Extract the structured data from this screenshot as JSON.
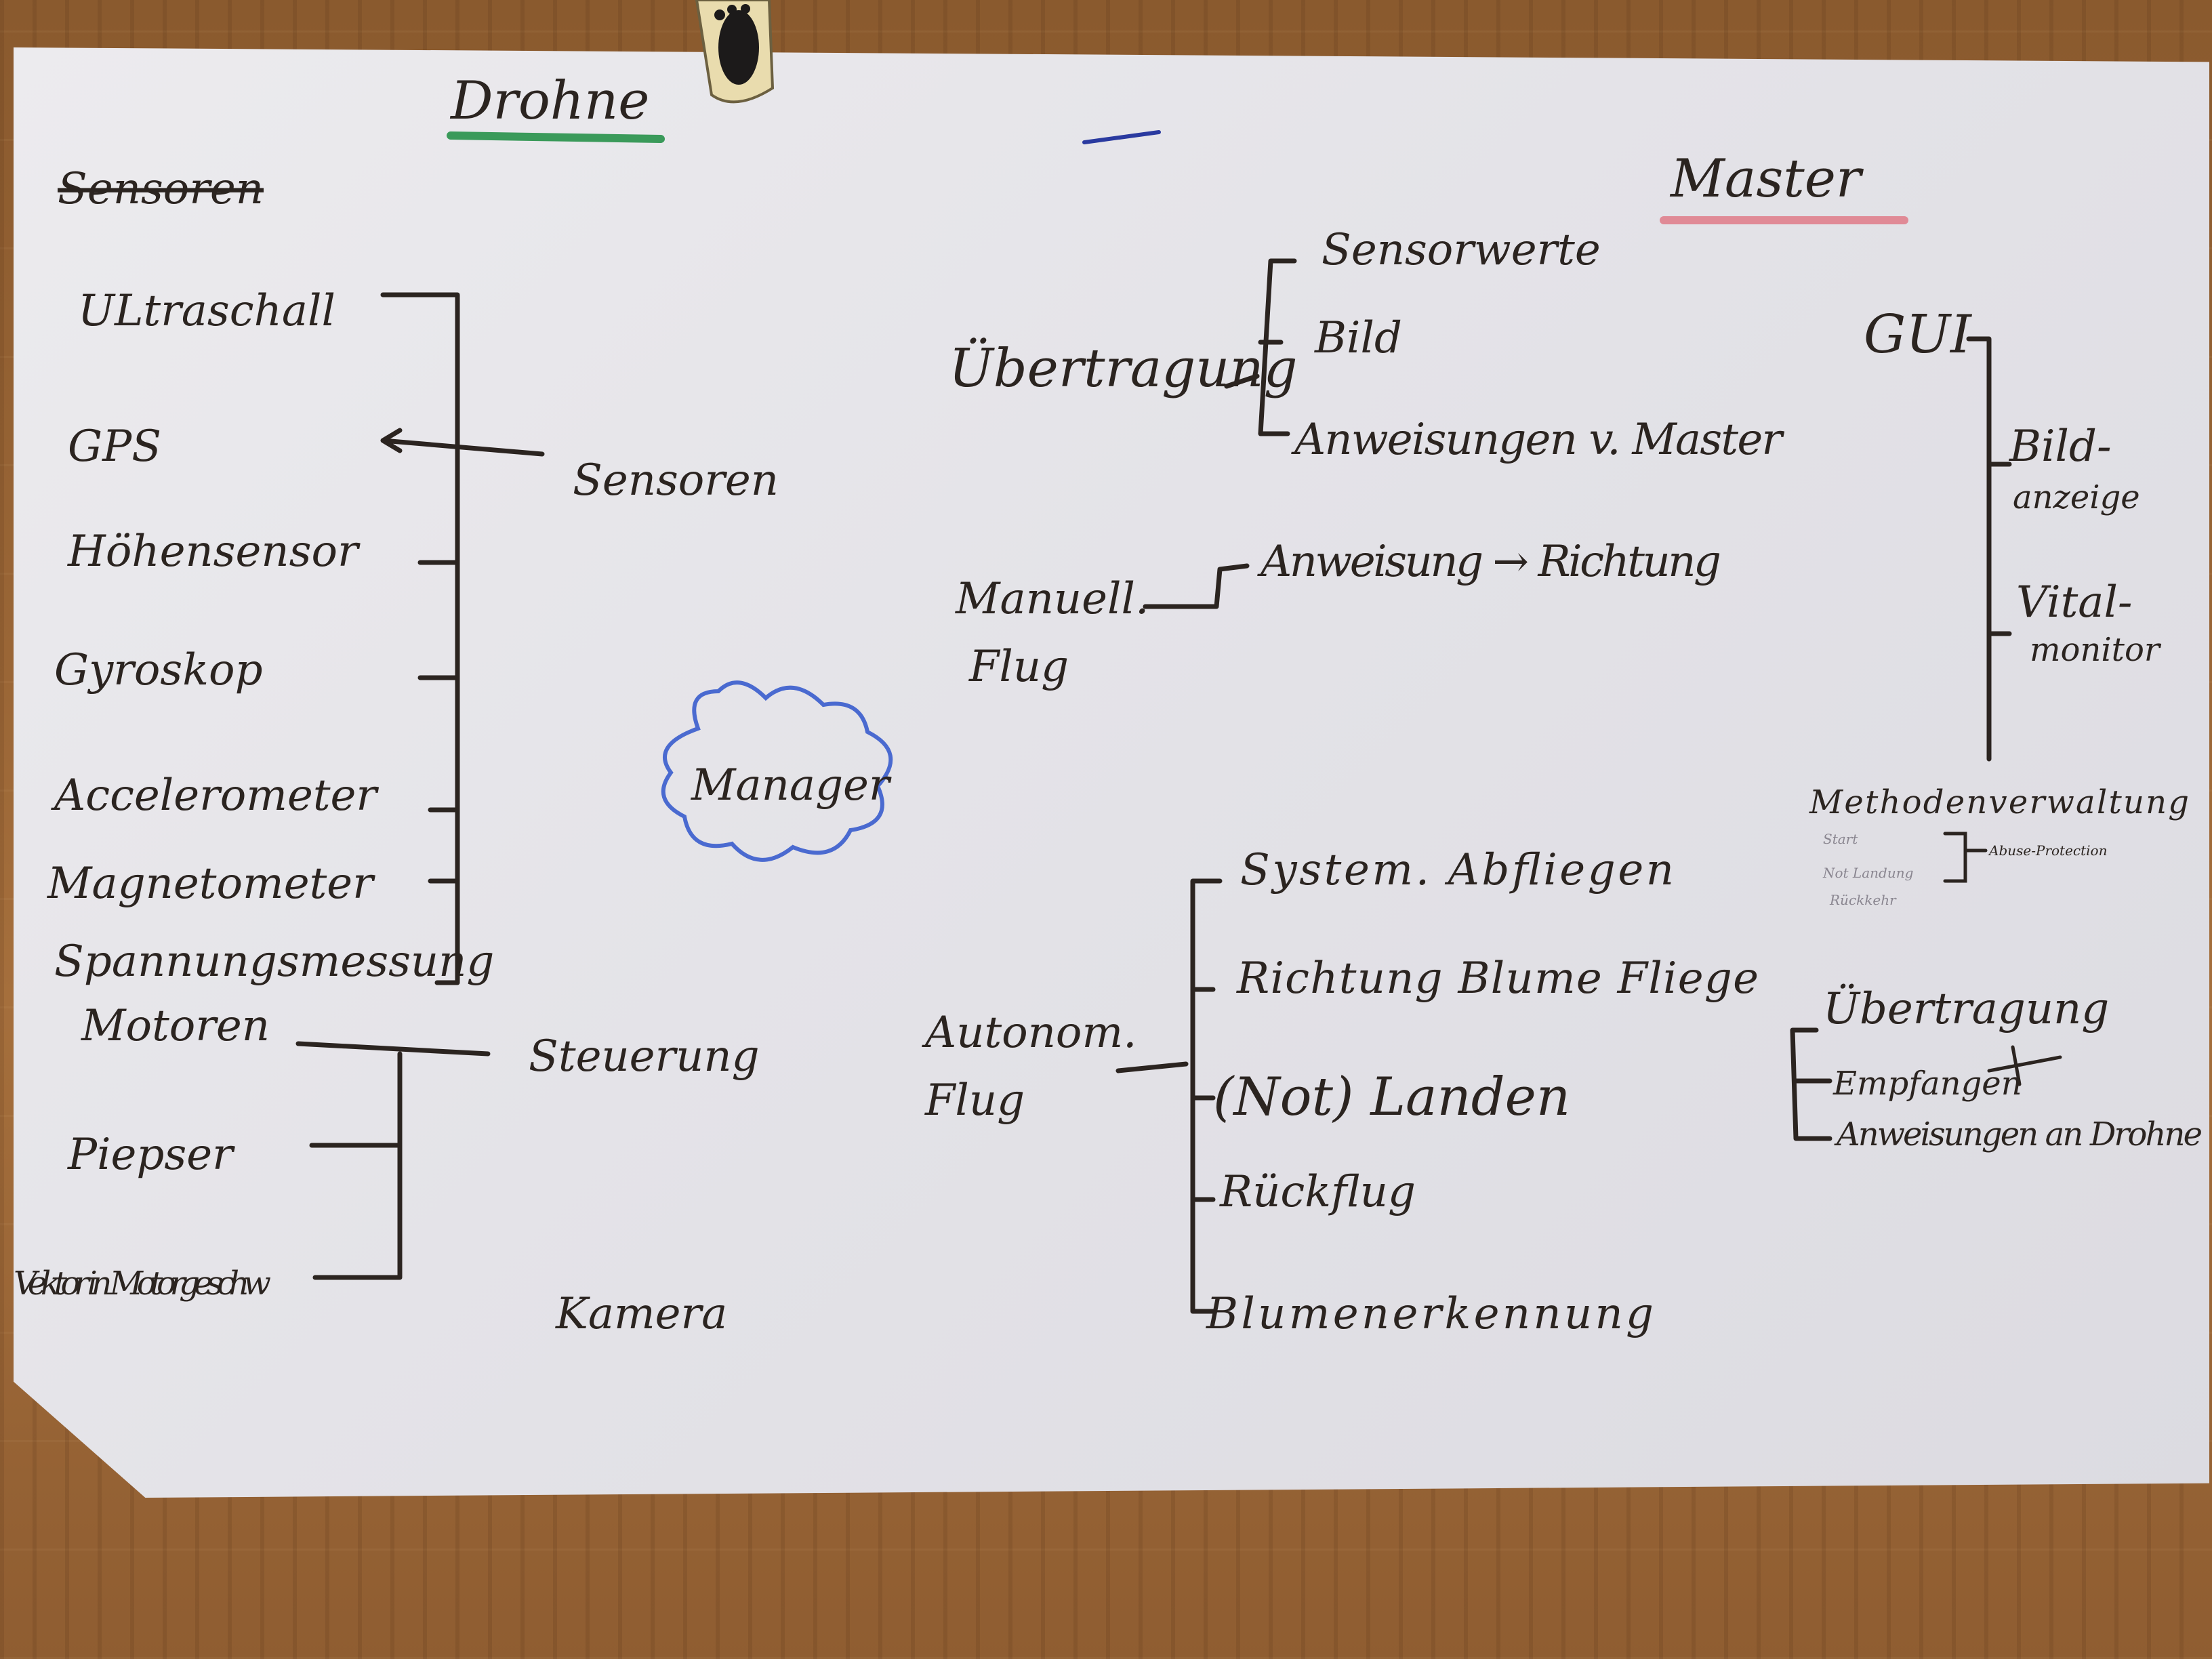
{
  "drone": {
    "heading": "Drohne",
    "sensors_heading": "Sensoren",
    "sensor_list": [
      "ULtraschall",
      "GPS",
      "Höhensensor",
      "Gyroskop",
      "Accelerometer",
      "Magnetometer",
      "Spannungsmessung"
    ],
    "sensors_group_label": "Sensoren",
    "actuator_list": [
      "Motoren",
      "Piepser",
      "Vektor in Motorgeschw"
    ],
    "control_label": "Steuerung",
    "camera_label": "Kamera",
    "manager_label": "Manager"
  },
  "master": {
    "heading": "Master",
    "transfer_label": "Übertragung",
    "transfer_items": [
      "Sensorwerte",
      "Bild",
      "Anweisungen v. Master"
    ],
    "manual_label_1": "Manuell.",
    "manual_label_2": "Flug",
    "manual_item": "Anweisung → Richtung",
    "gui_label": "GUI",
    "gui_items_1": [
      "Bild-",
      "anzeige"
    ],
    "gui_items_2": [
      "Vital-",
      "monitor"
    ],
    "methods_label": "Methodenverwaltung",
    "methods_items": [
      "Start",
      "Not Landung",
      "Rückkehr"
    ],
    "methods_note": "Abuse-Protection",
    "auto_label_1": "Autonom.",
    "auto_label_2": "Flug",
    "auto_items": [
      "System. Abfliegen",
      "Richtung Blume Fliege",
      "(Not) Landen",
      "Rückflug",
      "Blumenerkennung"
    ],
    "transfer2_label": "Übertragung",
    "transfer2_items": [
      "Empfangen",
      "Anweisungen an Drohne"
    ]
  },
  "colors": {
    "green_underline": "#3a9a5a",
    "pink_underline": "#e08a96",
    "blue_cloud": "#4a6ad0",
    "ink": "#2b2420"
  }
}
